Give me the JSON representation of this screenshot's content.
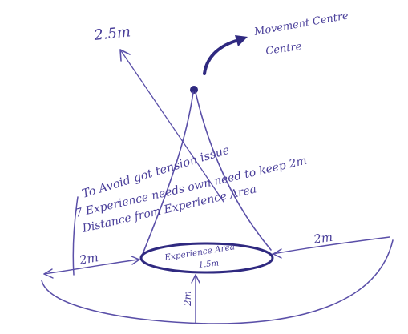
{
  "labels": {
    "radius_top": "2.5m",
    "movement_title_1": "Movement Centre",
    "movement_title_2": "Centre",
    "note_line_1": "To Avoid got tension issue",
    "note_line_2": "7 Experience needs own need to keep 2m",
    "note_line_3": "Distance from Experience Area",
    "left_distance": "2m",
    "right_distance": "2m",
    "center_area_1": "Experience Area",
    "center_area_2": "1.5m",
    "bottom_distance": "2m"
  },
  "colors": {
    "ink": "#5a4fa8",
    "ink_dark": "#2f2980"
  }
}
